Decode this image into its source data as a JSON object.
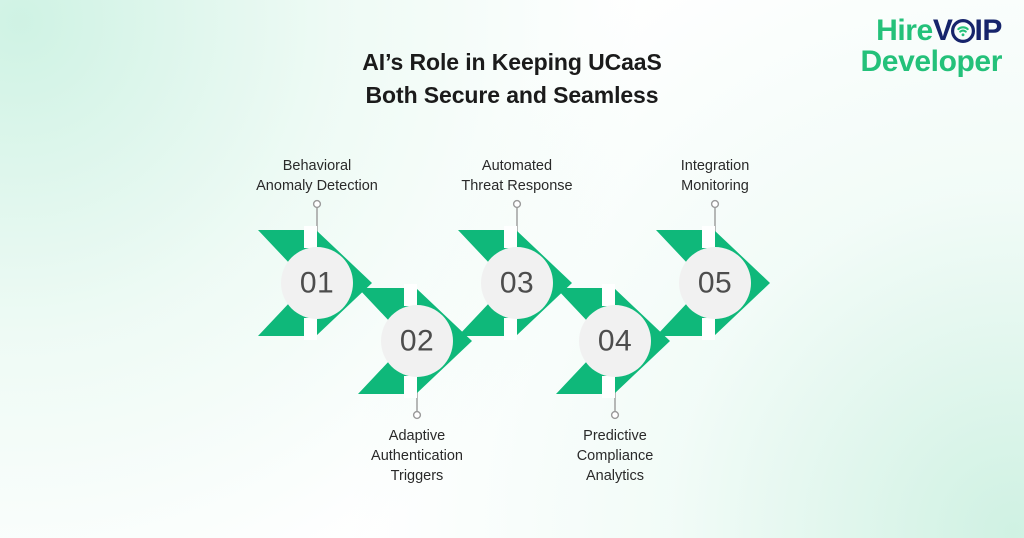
{
  "brand": {
    "name": "HireVoIP Developer",
    "line1_part1": "Hire",
    "line1_part2": "V",
    "line1_part3": "IP",
    "line2": "Developer",
    "green": "#24c17a",
    "navy": "#16246b",
    "wifi_icon": "wifi-icon"
  },
  "header": {
    "title_line1": "AI’s Role in Keeping UCaaS",
    "title_line2": "Both Secure and Seamless"
  },
  "theme": {
    "accent_green": "#0fb87a",
    "accent_green_dark": "#0aa76c",
    "circle_fill": "#f1f1f1",
    "number_color": "#4d4d4d",
    "connector_color": "#9a9a9a",
    "text_color": "#2a2a2a",
    "background": "#ffffff"
  },
  "steps": [
    {
      "number": "01",
      "position": "top",
      "label_lines": [
        "Behavioral",
        "Anomaly Detection"
      ],
      "label_full": "Behavioral Anomaly Detection"
    },
    {
      "number": "02",
      "position": "bottom",
      "label_lines": [
        "Adaptive",
        "Authentication",
        "Triggers"
      ],
      "label_full": "Adaptive Authentication Triggers"
    },
    {
      "number": "03",
      "position": "top",
      "label_lines": [
        "Automated",
        "Threat Response"
      ],
      "label_full": "Automated Threat Response"
    },
    {
      "number": "04",
      "position": "bottom",
      "label_lines": [
        "Predictive",
        "Compliance",
        "Analytics"
      ],
      "label_full": "Predictive Compliance Analytics"
    },
    {
      "number": "05",
      "position": "top",
      "label_lines": [
        "Integration",
        "Monitoring"
      ],
      "label_full": "Integration Monitoring"
    }
  ]
}
